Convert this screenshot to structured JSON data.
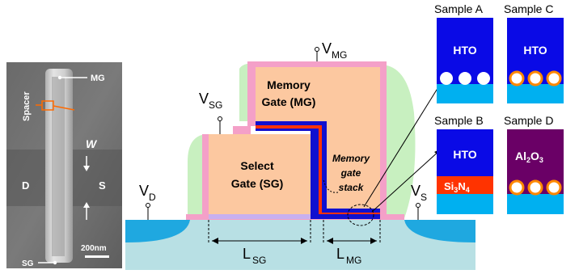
{
  "sem": {
    "mg": "MG",
    "spacer": "Spacer",
    "w": "W",
    "d": "D",
    "s": "S",
    "scale": "200nm",
    "sg": "SG"
  },
  "device": {
    "v_mg": {
      "main": "V",
      "sub": "MG"
    },
    "v_sg": {
      "main": "V",
      "sub": "SG"
    },
    "v_d": {
      "main": "V",
      "sub": "D"
    },
    "v_s": {
      "main": "V",
      "sub": "S"
    },
    "memory_gate": [
      "Memory",
      "Gate (MG)"
    ],
    "select_gate": [
      "Select",
      "Gate (SG)"
    ],
    "stack": [
      "Memory",
      "gate",
      "stack"
    ],
    "l_sg": {
      "main": "L",
      "sub": "SG"
    },
    "l_mg": {
      "main": "L",
      "sub": "MG"
    }
  },
  "samples": {
    "a": {
      "title": "Sample A",
      "dielectric": "HTO"
    },
    "c": {
      "title": "Sample C",
      "dielectric": "HTO"
    },
    "b": {
      "title": "Sample B",
      "dielectric": "HTO",
      "trap_main": "Si",
      "trap_sub1": "3",
      "trap_mid": "N",
      "trap_sub2": "4"
    },
    "d": {
      "title": "Sample D",
      "dielectric_main": "Al",
      "dielectric_sub1": "2",
      "dielectric_mid": "O",
      "dielectric_sub2": "3"
    }
  },
  "colors": {
    "substrate": "#b8e0e4",
    "diffusion": "#1fa8e0",
    "gate": "#fcc8a0",
    "spacer": "#c8f0c0",
    "liner": "#f4a0c8",
    "stack_blue": "#1010d0",
    "stack_red": "#ff3300",
    "hto": "#0a0ae6",
    "al2o3": "#6a0066",
    "sample_channel": "#00b0f0"
  }
}
